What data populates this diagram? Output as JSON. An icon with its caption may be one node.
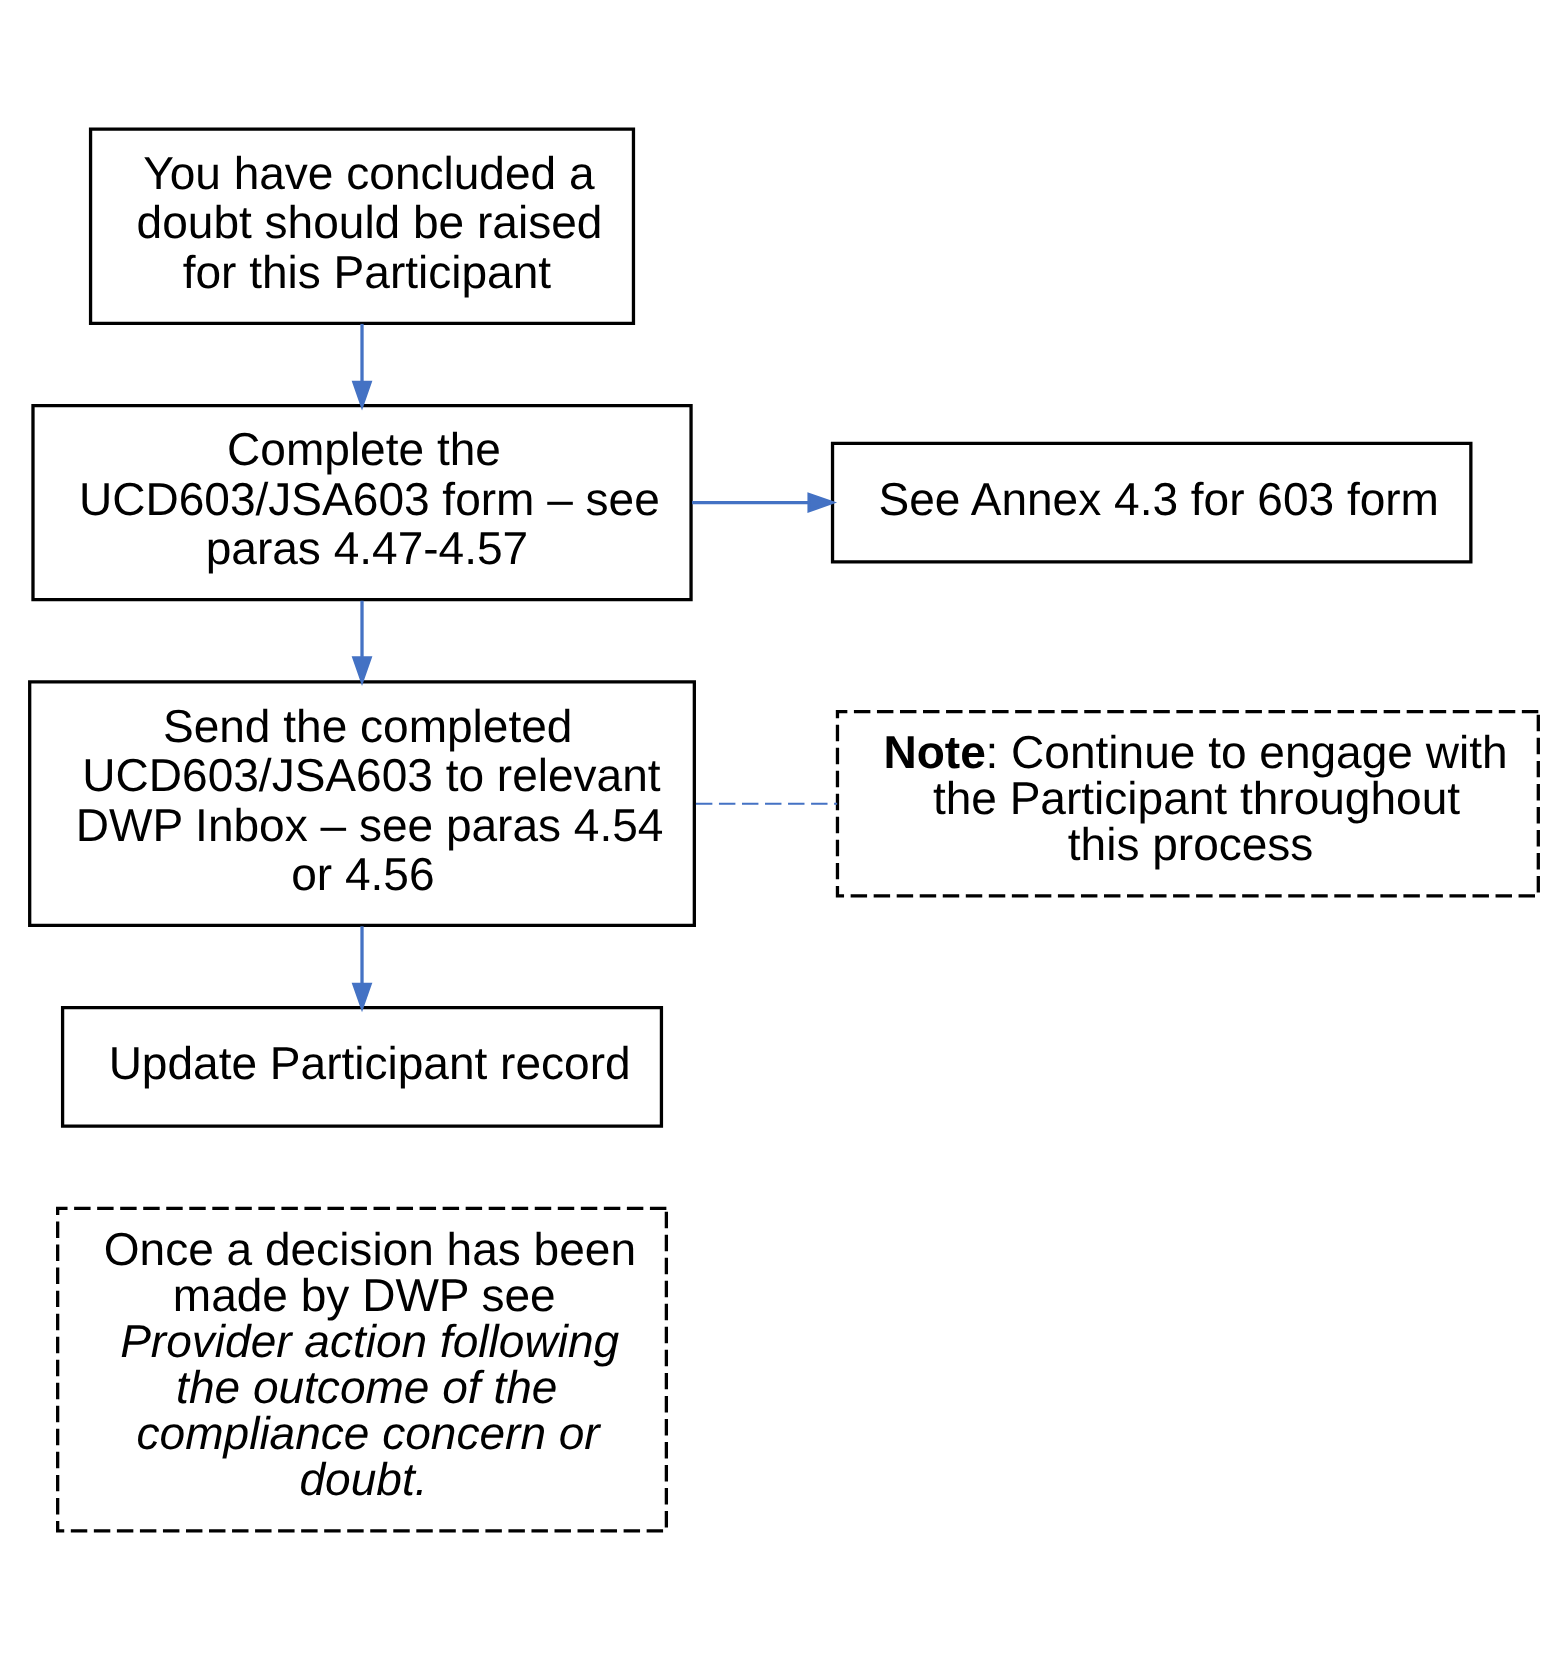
{
  "diagram": {
    "nodes": [
      {
        "text": [
          "You have concluded a doubt should be raised for this Participant"
        ]
      },
      {
        "text": [
          "Complete the UCD603/JSA603 form – see paras 4.47-4.57"
        ]
      },
      {
        "text": [
          "See Annex 4.3 for 603 form"
        ]
      },
      {
        "text": [
          "Send the completed UCD603/JSA603 to relevant DWP Inbox – see paras 4.54 or 4.56"
        ]
      },
      {
        "text": [
          "**Note**: Continue to engage with the Participant throughout this process"
        ]
      },
      {
        "text": [
          "Update Participant record"
        ]
      },
      {
        "text": [
          "Once a decision has been made by DWP see *Provider action following the outcome of the compliance concern or doubt.*"
        ]
      }
    ],
    "edges": [
      {
        "from": 0,
        "to": 1,
        "arrow": "to"
      },
      {
        "from": 1,
        "to": 2,
        "arrow": "to"
      },
      {
        "from": 1,
        "to": 3,
        "arrow": "to"
      },
      {
        "from": 3,
        "to": 4,
        "arrow": "none",
        "style": "dashed"
      },
      {
        "from": 3,
        "to": 5,
        "arrow": "to"
      }
    ]
  }
}
